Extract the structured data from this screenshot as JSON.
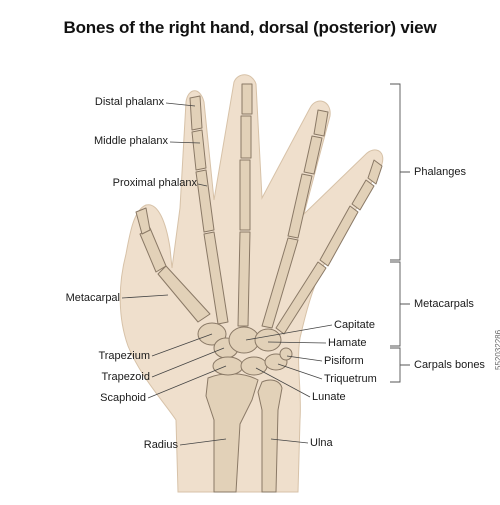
{
  "title": "Bones of the right hand, dorsal (posterior) view",
  "labels_left": {
    "distal_phalanx": "Distal phalanx",
    "middle_phalanx": "Middle phalanx",
    "proximal_phalanx": "Proximal phalanx",
    "metacarpal": "Metacarpal",
    "trapezium": "Trapezium",
    "trapezoid": "Trapezoid",
    "scaphoid": "Scaphoid",
    "radius": "Radius"
  },
  "labels_right": {
    "capitate": "Capitate",
    "hamate": "Hamate",
    "pisiform": "Pisiform",
    "triquetrum": "Triquetrum",
    "lunate": "Lunate",
    "ulna": "Ulna"
  },
  "groups": {
    "phalanges": "Phalanges",
    "metacarpals": "Metacarpals",
    "carpals": "Carpals bones"
  },
  "stock_id": "552032286",
  "colors": {
    "skin": "#ecd9c3",
    "bone": "#e2d1b8",
    "bone_stroke": "#8a7966",
    "leader": "#444444"
  }
}
